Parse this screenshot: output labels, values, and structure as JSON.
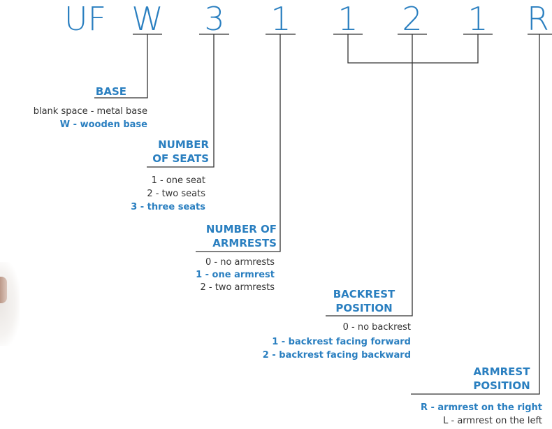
{
  "code": [
    "UF",
    "W",
    "3",
    "1",
    "1",
    "2",
    "1",
    "R"
  ],
  "sections": {
    "base": {
      "heading": [
        "BASE"
      ],
      "options": [
        {
          "text": "blank space - metal base",
          "selected": false
        },
        {
          "text": "W - wooden base",
          "selected": true
        }
      ]
    },
    "seats": {
      "heading": [
        "NUMBER",
        "OF SEATS"
      ],
      "options": [
        {
          "text": "1 -  one seat",
          "selected": false
        },
        {
          "text": "2 - two seats",
          "selected": false
        },
        {
          "text": "3 - three seats",
          "selected": true
        }
      ]
    },
    "armrests": {
      "heading": [
        "NUMBER OF",
        "ARMRESTS"
      ],
      "options": [
        {
          "text": "0 -  no armrests",
          "selected": false
        },
        {
          "text": "1 - one armrest",
          "selected": true
        },
        {
          "text": "2 - two armrests",
          "selected": false
        }
      ]
    },
    "backrest": {
      "heading": [
        "BACKREST",
        "POSITION"
      ],
      "options": [
        {
          "text": "0 -  no backrest",
          "selected": false
        },
        {
          "text": "1 - backrest facing forward",
          "selected": true
        },
        {
          "text": "2 - backrest facing backward",
          "selected": true
        }
      ]
    },
    "armrest_position": {
      "heading": [
        "ARMREST",
        "POSITION"
      ],
      "options": [
        {
          "text": "R - armrest on the right",
          "selected": true
        },
        {
          "text": "L - armrest on the left",
          "selected": false
        }
      ]
    }
  },
  "colors": {
    "accent": "#2a7fc0",
    "text": "#333333",
    "line": "#333333"
  }
}
